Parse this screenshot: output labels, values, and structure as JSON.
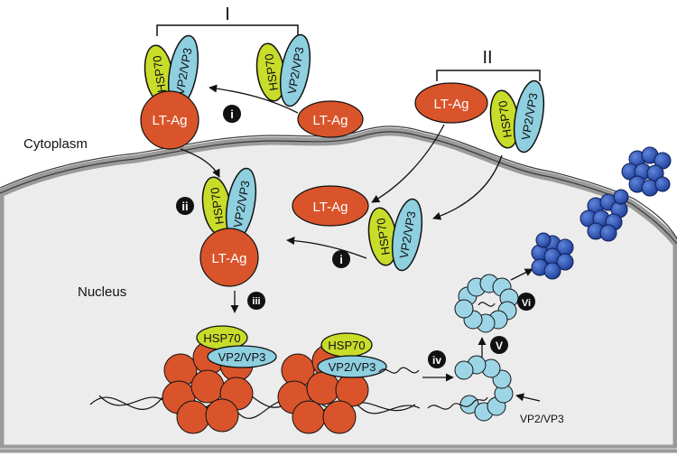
{
  "labels": {
    "group_one": "I",
    "group_two": "II",
    "cytoplasm": "Cytoplasm",
    "nucleus": "Nucleus",
    "lt_ag": "LT-Ag",
    "hsp70": "HSP70",
    "vp2_vp3": "VP2/VP3",
    "vp2_vp3_free": "VP2/VP3"
  },
  "steps": {
    "i": "i",
    "ii": "ii",
    "iii": "iii",
    "iv": "iv",
    "v": "V",
    "vi": "Vi"
  },
  "colors": {
    "lt_ag": "#d9542b",
    "hsp70": "#c8dc2a",
    "vp2_vp3": "#8ecfe0",
    "capsomere": "#9dd5e6",
    "virion": "#2e55b6",
    "nucleus_fill": "#ececec",
    "membrane": "#9a9a9a",
    "dna": "#111111",
    "step_badge": "#111111"
  }
}
